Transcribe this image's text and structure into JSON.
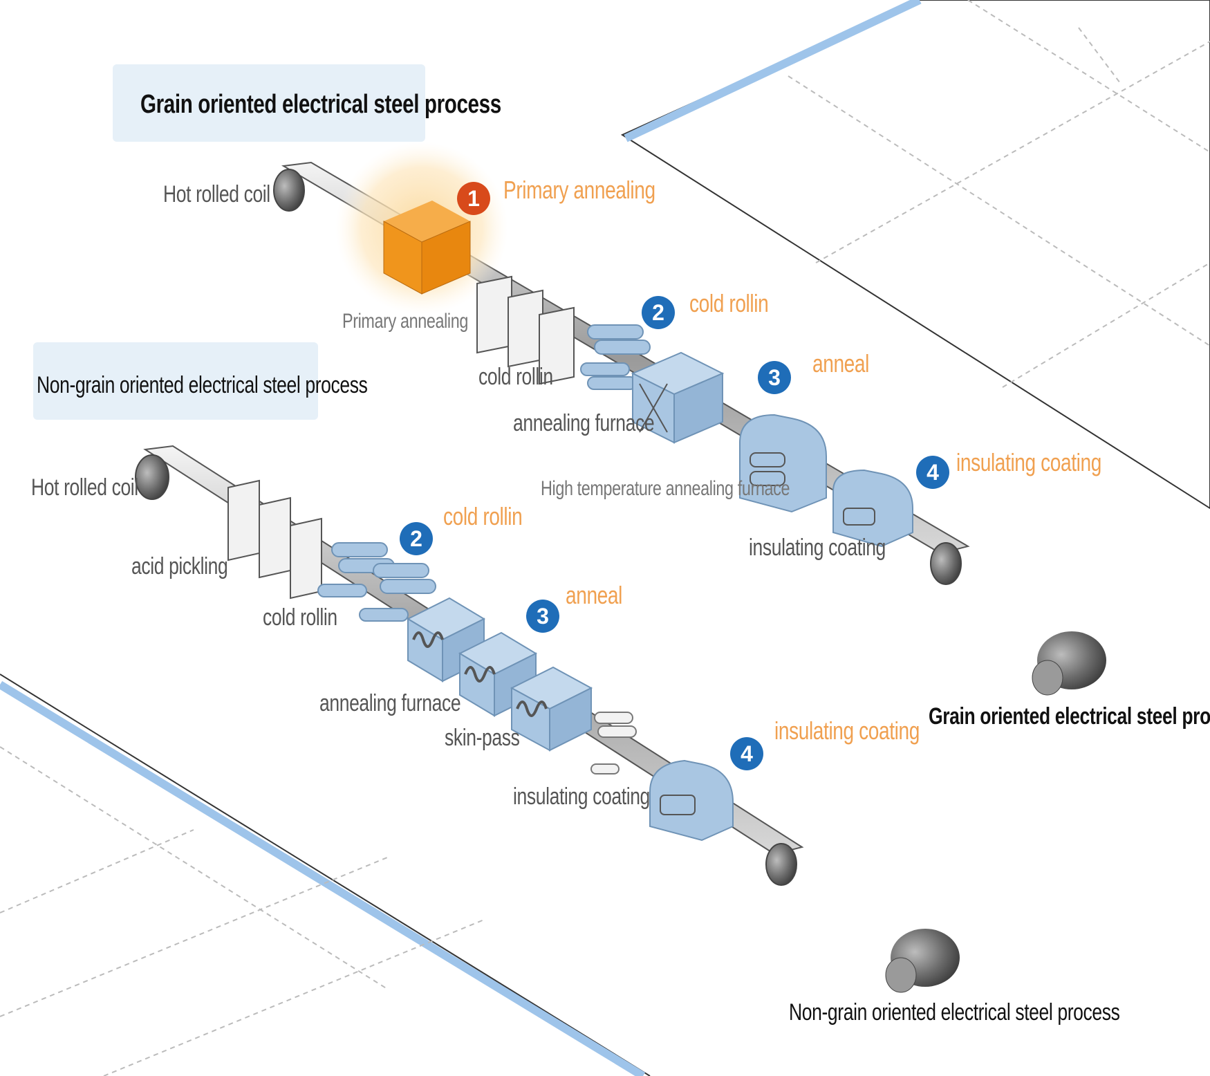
{
  "titles": {
    "grain": "Grain oriented electrical steel process",
    "nongrain": "Non-grain oriented electrical steel process"
  },
  "colors": {
    "step_label": "#f0a050",
    "badge_blue": "#1f6db8",
    "badge_red": "#d84a1b",
    "equipment": "#a9c6e2",
    "primary_box": "#f0951c",
    "floor_line": "#9ec4ea"
  },
  "grain_line": {
    "coil": "Hot rolled coil",
    "primary_machine": "Primary annealing",
    "cold_machine": "cold rollin",
    "annealing_furnace": "annealing furnace",
    "high_temp_furnace": "High temperature annealing furnace",
    "coating_machine": "insulating coating",
    "steps": [
      {
        "num": "1",
        "label": "Primary annealing"
      },
      {
        "num": "2",
        "label": "cold rollin"
      },
      {
        "num": "3",
        "label": "anneal"
      },
      {
        "num": "4",
        "label": "insulating coating"
      }
    ]
  },
  "nongrain_line": {
    "coil": "Hot rolled coil",
    "acid": "acid pickling",
    "cold_machine": "cold rollin",
    "annealing_furnace": "annealing furnace",
    "skin_pass": "skin-pass",
    "coating_machine": "insulating coating",
    "steps": [
      {
        "num": "2",
        "label": "cold rollin"
      },
      {
        "num": "3",
        "label": "anneal"
      },
      {
        "num": "4",
        "label": "insulating coating"
      }
    ]
  },
  "legend": {
    "grain": "Grain oriented electrical steel process",
    "nongrain": "Non-grain oriented electrical steel process"
  }
}
